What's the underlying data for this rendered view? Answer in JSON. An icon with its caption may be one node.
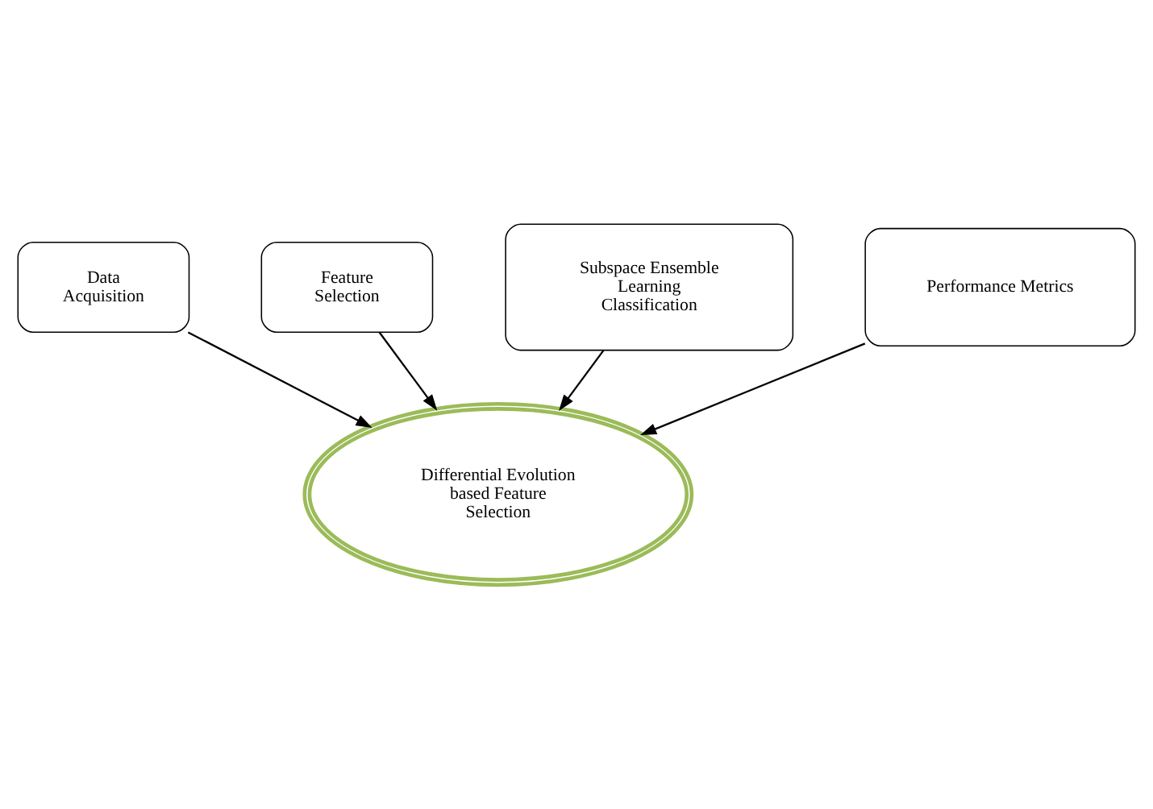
{
  "diagram": {
    "nodes": [
      {
        "text": [
          "Data Acquisition"
        ]
      },
      {
        "text": [
          "Feature Selection"
        ]
      },
      {
        "text": [
          "Subspace Ensemble Learning Classification"
        ]
      },
      {
        "text": [
          "Performance Metrics"
        ]
      },
      {
        "text": [
          "Differential Evolution based Feature Selection"
        ]
      }
    ],
    "edges": [
      {
        "from": 0,
        "to": 4,
        "arrow": "to"
      },
      {
        "from": 1,
        "to": 4,
        "arrow": "to"
      },
      {
        "from": 2,
        "to": 4,
        "arrow": "to"
      },
      {
        "from": 3,
        "to": 4,
        "arrow": "to"
      }
    ]
  }
}
